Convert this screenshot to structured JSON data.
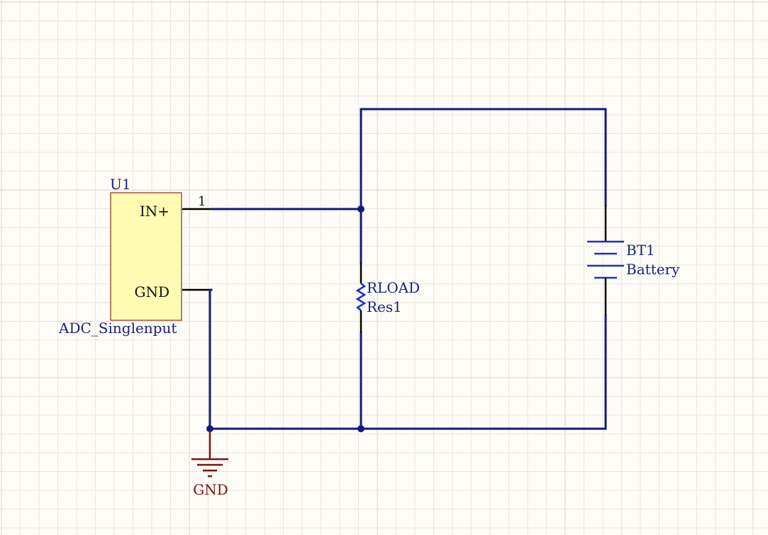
{
  "colors": {
    "background": "#fdfcf7",
    "grid_minor": "#ebe8dc",
    "grid_major": "#d9d6ca",
    "wire": "#121a7c",
    "component_outline": "#1c2fd6",
    "ic_fill": "#fffbb3",
    "ic_border": "#8b2a1b",
    "ground": "#7a1414",
    "designator_text": "#1a237e"
  },
  "components": {
    "u1": {
      "designator": "U1",
      "comment": "ADC_Singlenput",
      "pin_in_label": "IN+",
      "pin_in_number": "1",
      "pin_gnd_label": "GND",
      "pin_gnd_number": ""
    },
    "rload": {
      "designator": "RLOAD",
      "comment": "Res1"
    },
    "bt1": {
      "designator": "BT1",
      "comment": "Battery"
    },
    "ground_symbol": {
      "net_label": "GND"
    }
  }
}
